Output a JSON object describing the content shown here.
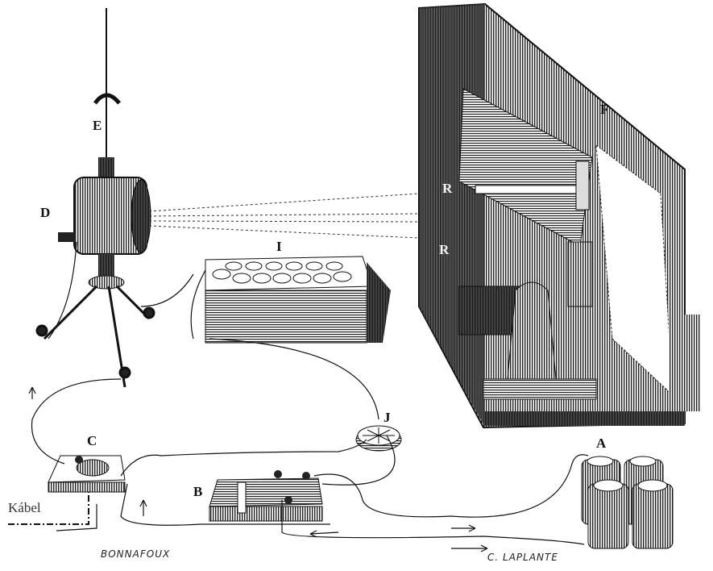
{
  "labels": {
    "E": "E",
    "D": "D",
    "I": "I",
    "F": "F",
    "R1": "R",
    "R2": "R",
    "J": "J",
    "C": "C",
    "B": "B",
    "A": "A"
  },
  "cable_label": "Kábel",
  "signatures": {
    "left": "BONNAFOUX",
    "right": "C. LAPLANTE"
  },
  "colors": {
    "ink": "#111111",
    "paper": "#ffffff"
  }
}
